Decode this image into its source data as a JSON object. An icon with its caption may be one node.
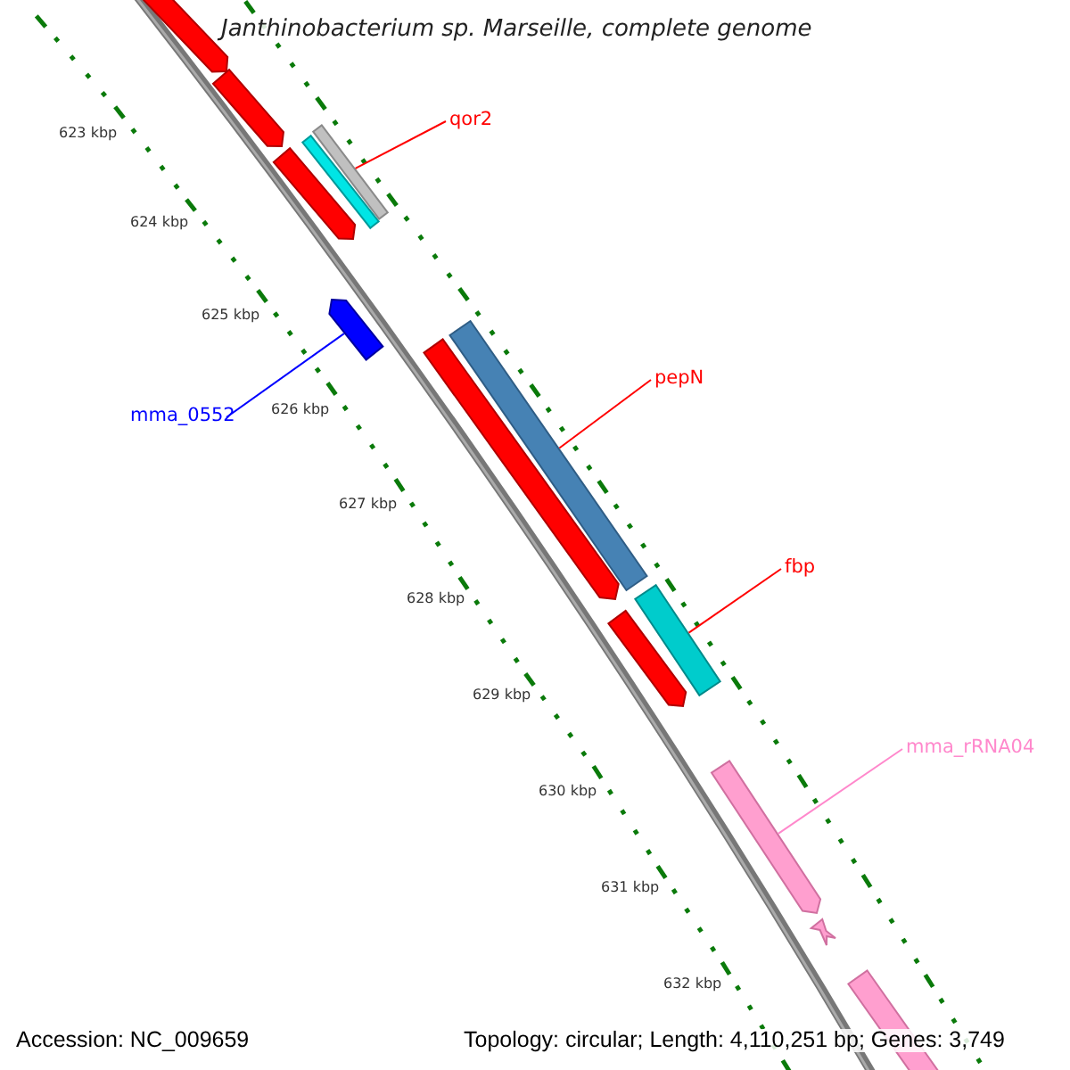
{
  "diagram": {
    "title": "Janthinobacterium sp. Marseille, complete genome",
    "nodes": [
      {
        "text": [],
        "shape": "arrow"
      },
      {
        "text": [],
        "shape": "arrow"
      },
      {
        "text": [
          "qor2"
        ]
      },
      {
        "text": [],
        "shape": "arrow"
      },
      {
        "text": [],
        "shape": "arrow"
      },
      {
        "text": [],
        "shape": "arrow"
      },
      {
        "text": [],
        "shape": "arrow"
      },
      {
        "text": [
          "mma_0552"
        ]
      },
      {
        "text": [],
        "shape": "arrow"
      },
      {
        "text": [
          "pepN"
        ]
      },
      {
        "text": [],
        "shape": "arrow"
      },
      {
        "text": [
          "fbp"
        ]
      },
      {
        "text": [],
        "shape": "arrow"
      },
      {
        "text": [],
        "shape": "arrow"
      },
      {
        "text": [
          "mma_rRNA04"
        ]
      },
      {
        "text": [],
        "shape": "arrow"
      },
      {
        "text": [],
        "shape": "arrow"
      },
      {
        "text": [],
        "shape": "arrow"
      }
    ],
    "edges": [
      {
        "from": 2,
        "to": 4,
        "arrow": "none"
      },
      {
        "from": 7,
        "to": 6,
        "arrow": "none",
        "color": "#0000ff"
      },
      {
        "from": 9,
        "to": 8,
        "arrow": "none"
      },
      {
        "from": 11,
        "to": 12,
        "arrow": "none"
      },
      {
        "from": 14,
        "to": 15,
        "arrow": "none",
        "color": "#ff88cc"
      }
    ],
    "labels": [
      "623 kbp",
      "624 kbp",
      "625 kbp",
      "626 kbp",
      "627 kbp",
      "628 kbp",
      "629 kbp",
      "630 kbp",
      "631 kbp",
      "632 kbp",
      "Accession: NC_009659",
      "Topology: circular; Length: 4,110,251 bp; Genes: 3,749"
    ]
  }
}
